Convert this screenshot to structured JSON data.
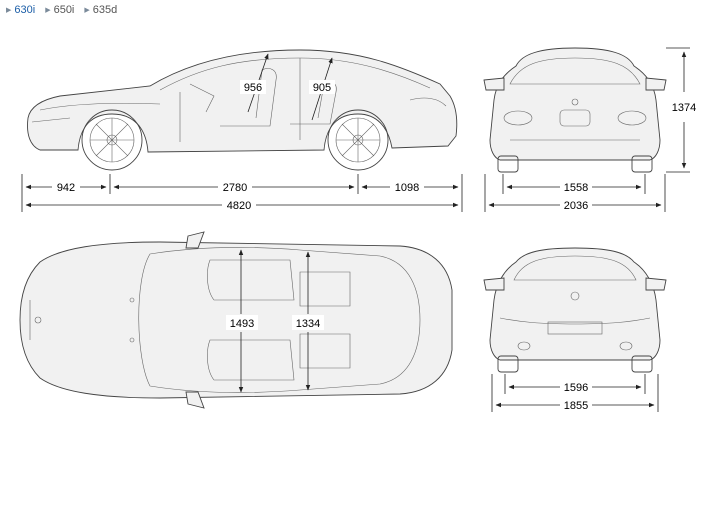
{
  "tabs": [
    {
      "label": "630i",
      "active": true
    },
    {
      "label": "650i",
      "active": false
    },
    {
      "label": "635d",
      "active": false
    }
  ],
  "dimensions": {
    "side_front_overhang": "942",
    "side_wheelbase": "2780",
    "side_rear_overhang": "1098",
    "side_length": "4820",
    "side_front_headroom": "956",
    "side_rear_headroom": "905",
    "front_height": "1374",
    "front_track": "1558",
    "front_width_mirrors": "2036",
    "top_front_shoulder": "1493",
    "top_rear_shoulder": "1334",
    "rear_track": "1596",
    "rear_width": "1855"
  },
  "colors": {
    "active_tab": "#1d5fa8",
    "line": "#444444"
  }
}
